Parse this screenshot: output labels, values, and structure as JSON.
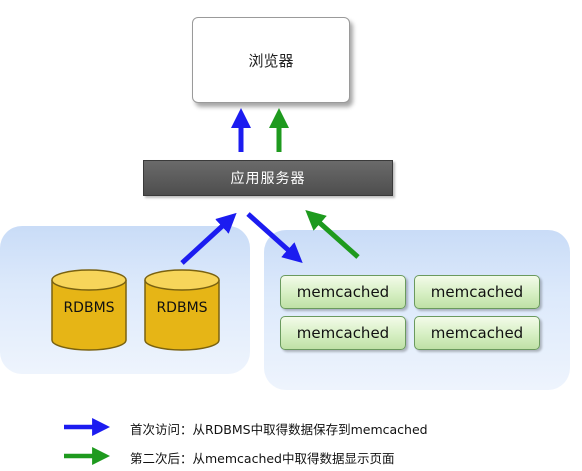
{
  "browser": {
    "label": "浏览器"
  },
  "app_server": {
    "label": "应用服务器"
  },
  "databases": [
    {
      "label": "RDBMS"
    },
    {
      "label": "RDBMS"
    }
  ],
  "memcached": [
    {
      "label": "memcached"
    },
    {
      "label": "memcached"
    },
    {
      "label": "memcached"
    },
    {
      "label": "memcached"
    }
  ],
  "legend": [
    {
      "text": "首次访问：从RDBMS中取得数据保存到memcached",
      "color": "#1c1cf0"
    },
    {
      "text": "第二次后：从memcached中取得数据显示页面",
      "color": "#1e9a1e"
    }
  ],
  "colors": {
    "first_access_arrow": "#1c1cf0",
    "second_access_arrow": "#1e9a1e",
    "db_fill": "#e8b817",
    "panel": "#d6e5fa"
  }
}
